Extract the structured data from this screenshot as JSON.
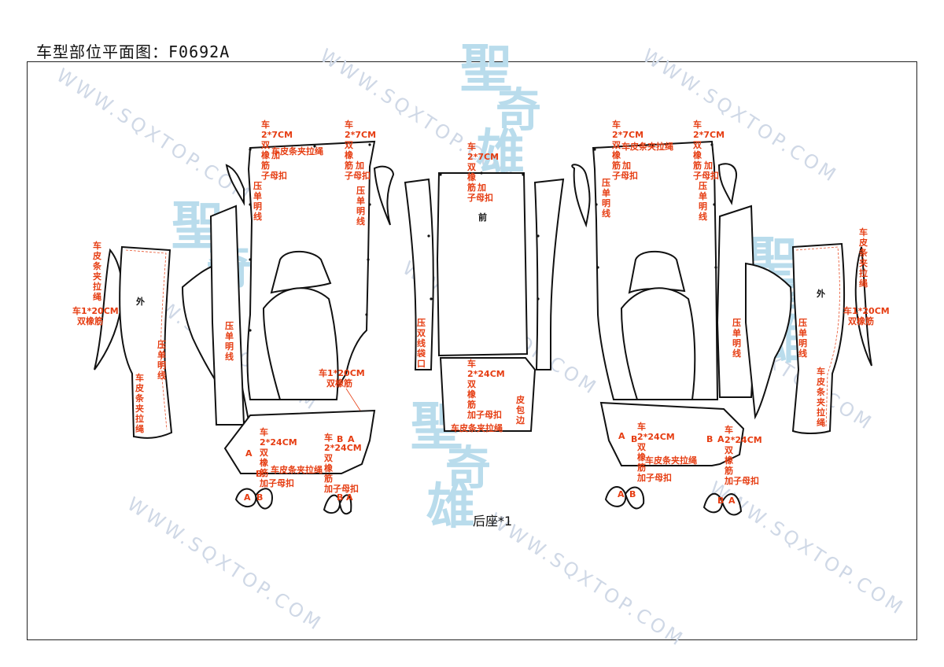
{
  "title": "车型部位平面图：F0692A",
  "caption": "后座*1",
  "watermark": {
    "url": "WWW.SQXTOP.COM",
    "brand_chars": [
      "聖",
      "奇",
      "雄"
    ]
  },
  "labels": {
    "che": "车",
    "cm7": "2*7CM",
    "cm24": "2*24CM",
    "shuang": "双",
    "xiang": "橡",
    "jin": "筋",
    "jia": "加",
    "zimukou": "子母扣",
    "jiazimukou": "加子母扣",
    "leather_rope": "车皮条夹拉绳",
    "leather_rope_v": "车皮条夹拉绳",
    "press_single": "压单明线",
    "press_double_pocket": "压双线袋口",
    "skin_edge": "皮包边",
    "che20": "车1*20CM",
    "double_rubber": "双橡筋",
    "outer": "外",
    "front": "前",
    "mark_a": "A",
    "mark_b": "B"
  }
}
